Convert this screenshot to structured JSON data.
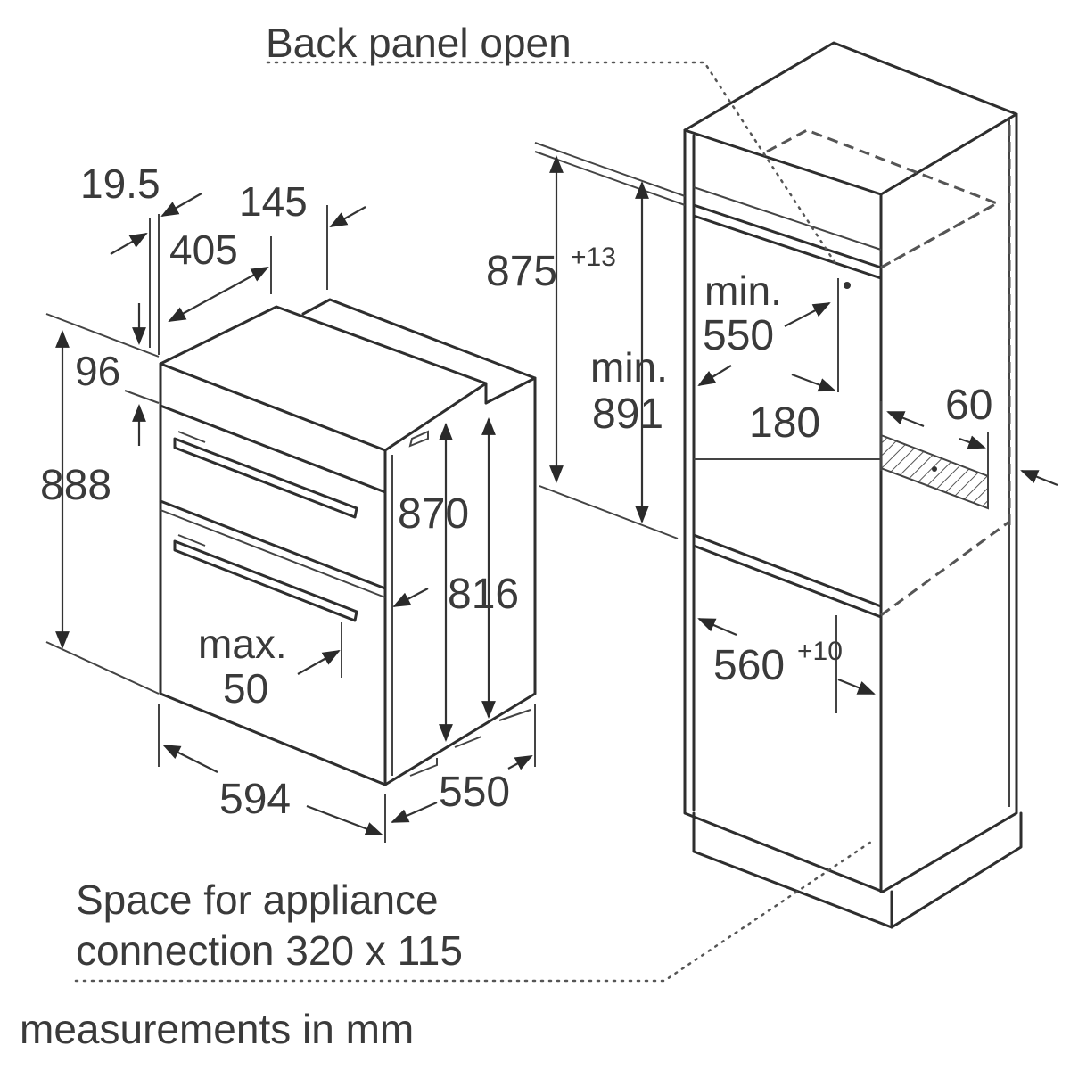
{
  "diagram": {
    "back_panel_label": "Back panel open",
    "connection_label_line1": "Space for appliance",
    "connection_label_line2": "connection 320 x 115",
    "units_note": "measurements in mm",
    "dimensions": {
      "d19_5": "19.5",
      "d145": "145",
      "d405": "405",
      "d96": "96",
      "d888": "888",
      "d870": "870",
      "d816": "816",
      "d594": "594",
      "d550": "550",
      "max50_line1": "max.",
      "max50_line2": "50",
      "d875": "875",
      "d875_tol": "+13",
      "min891_line1": "min.",
      "min891_line2": "891",
      "min550_line1": "min.",
      "min550_line2": "550",
      "d180": "180",
      "d60": "60",
      "d560": "560",
      "d560_tol": "+10"
    }
  }
}
